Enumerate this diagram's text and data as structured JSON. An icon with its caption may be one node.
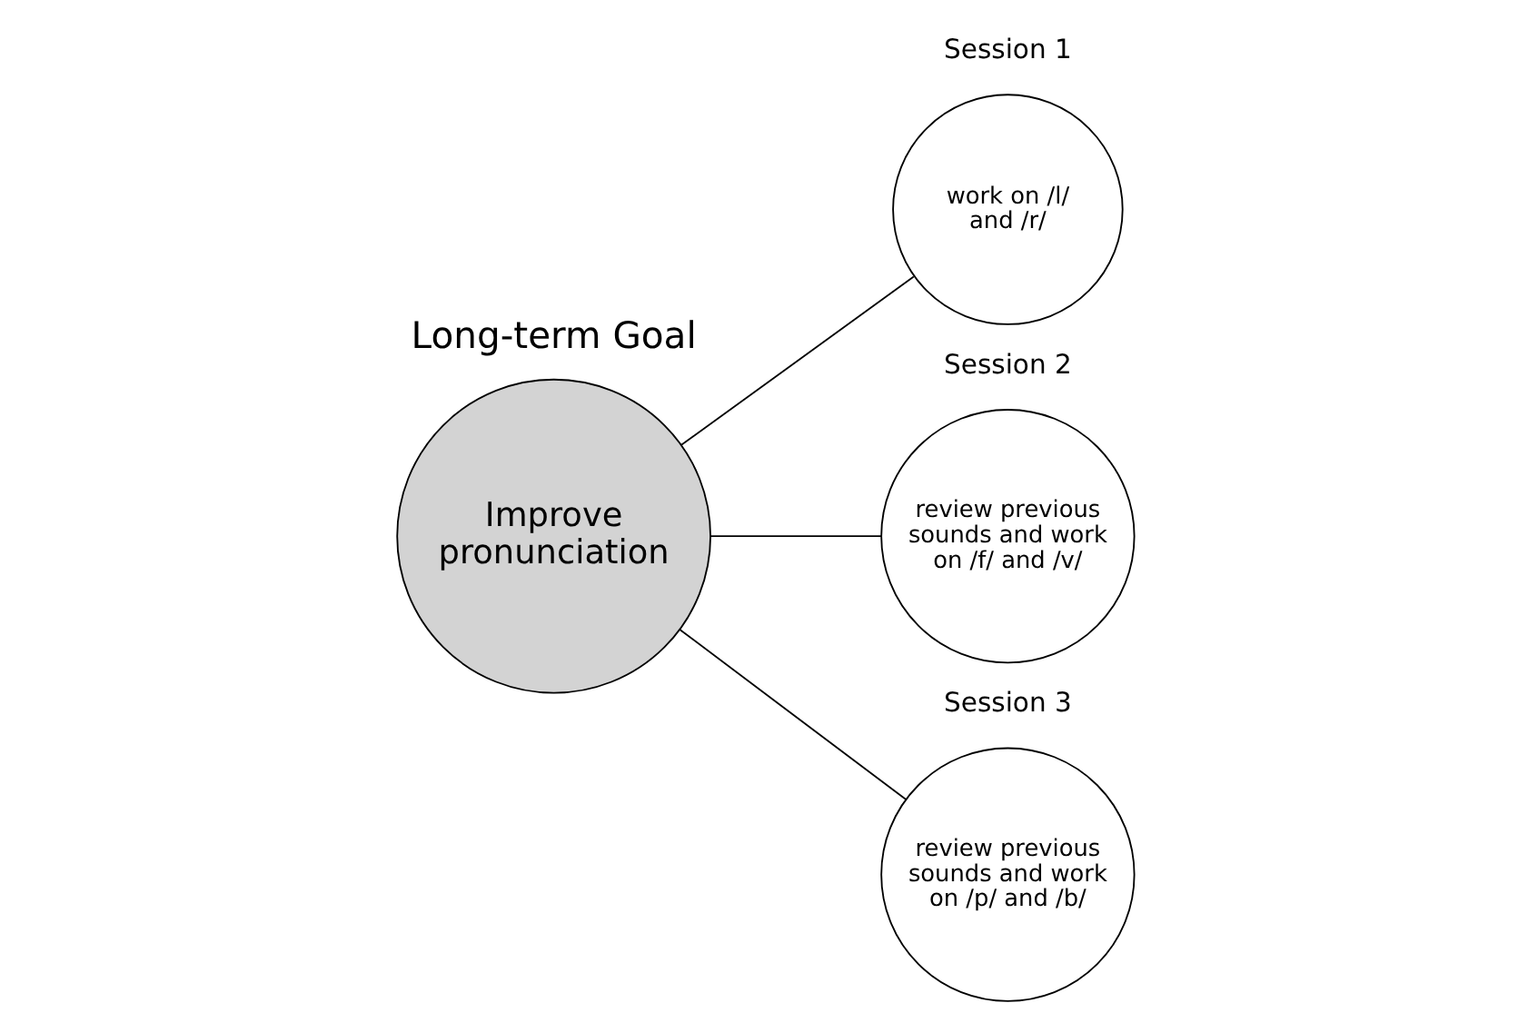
{
  "diagram": {
    "nodes": [
      {
        "text": [
          "Improve pronunciation"
        ],
        "beside": [
          "Long-term Goal"
        ]
      },
      {
        "text": [
          "work on /l/ and /r/"
        ],
        "beside": [
          "Session 1"
        ]
      },
      {
        "text": [
          "review previous sounds and work on /f/ and /v/"
        ],
        "beside": [
          "Session 2"
        ]
      },
      {
        "text": [
          "review previous sounds and work on /p/ and /b/"
        ],
        "beside": [
          "Session 3"
        ]
      }
    ],
    "edges": [
      {
        "from": 0,
        "to": 1,
        "arrow": "none"
      },
      {
        "from": 0,
        "to": 2,
        "arrow": "none"
      },
      {
        "from": 0,
        "to": 3,
        "arrow": "none"
      }
    ]
  }
}
